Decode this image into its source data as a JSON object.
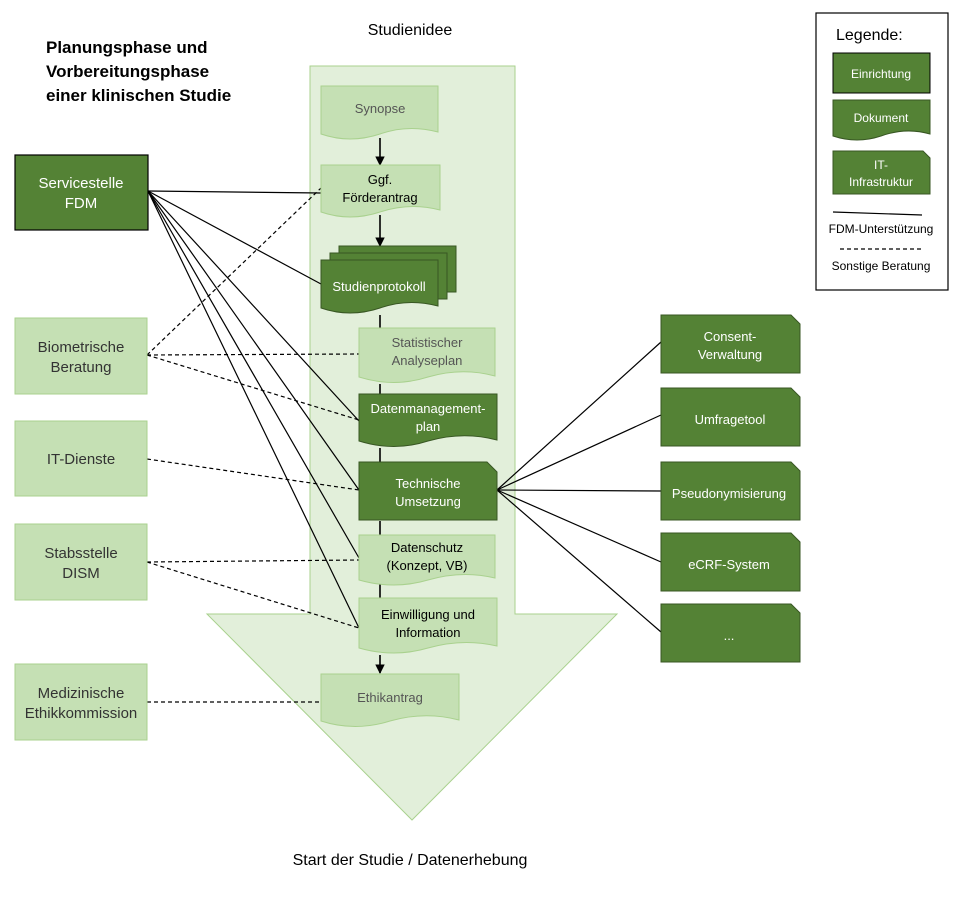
{
  "title_lines": [
    "Planungsphase und",
    "Vorbereitungsphase",
    "einer klinischen Studie"
  ],
  "top_label": "Studienidee",
  "bottom_label": "Start der Studie / Datenerhebung",
  "colors": {
    "dark_green": "#548235",
    "light_green": "#c5e0b4",
    "pale_green": "#e2efda",
    "dark_border": "#385723",
    "light_border": "#a9d18e"
  },
  "facilities": {
    "servicestelle": [
      "Servicestelle",
      "FDM"
    ],
    "biometrie": [
      "Biometrische",
      "Beratung"
    ],
    "itdienste": [
      "IT-Dienste"
    ],
    "dism": [
      "Stabsstelle",
      "DISM"
    ],
    "ethik": [
      "Medizinische",
      "Ethikkommission"
    ]
  },
  "documents": {
    "synopse": [
      "Synopse"
    ],
    "foerderantrag": [
      "Ggf.",
      "Förderantrag"
    ],
    "studienprotokoll": [
      "Studienprotokoll"
    ],
    "analyseplan": [
      "Statistischer",
      "Analyseplan"
    ],
    "dmp": [
      "Datenmanagement-",
      "plan"
    ],
    "technik": [
      "Technische",
      "Umsetzung"
    ],
    "datenschutz": [
      "Datenschutz",
      "(Konzept, VB)"
    ],
    "einwilligung": [
      "Einwilligung und",
      "Information"
    ],
    "ethikantrag": [
      "Ethikantrag"
    ]
  },
  "it_systems": {
    "consent": [
      "Consent-",
      "Verwaltung"
    ],
    "umfrage": [
      "Umfragetool"
    ],
    "pseudo": [
      "Pseudonymisierung"
    ],
    "ecrf": [
      "eCRF-System"
    ],
    "more": [
      "..."
    ]
  },
  "legend": {
    "title": "Legende:",
    "einrichtung": "Einrichtung",
    "dokument": "Dokument",
    "it": [
      "IT-",
      "Infrastruktur"
    ],
    "fdm": "FDM-Unterstützung",
    "sonstige": "Sonstige Beratung"
  }
}
